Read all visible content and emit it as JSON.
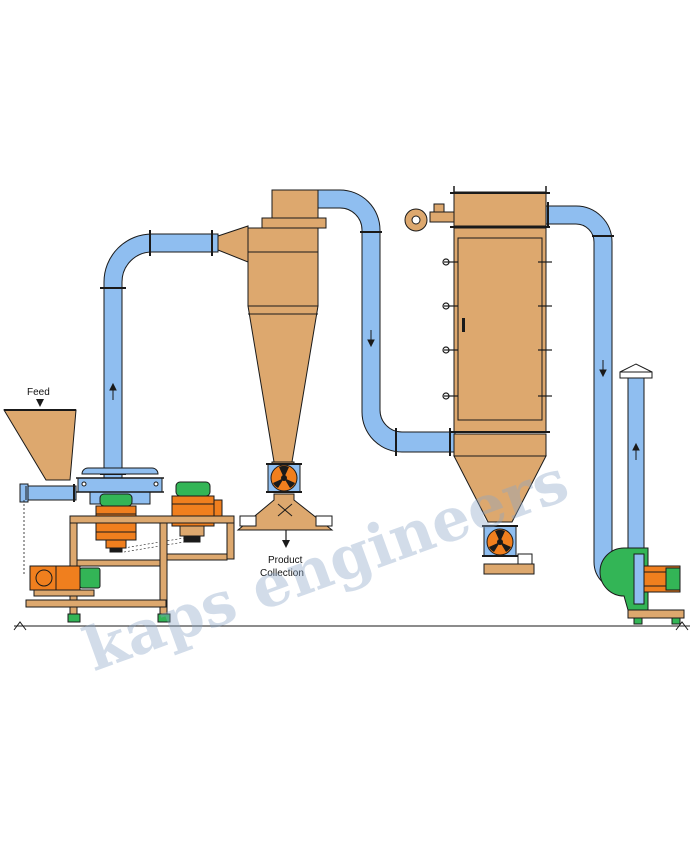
{
  "labels": {
    "feed": "Feed",
    "product_line1": "Product",
    "product_line2": "Collection"
  },
  "watermark": "kaps engineers",
  "colors": {
    "equipment": "#DDA86E",
    "pipe": "#8FBEF0",
    "motor_body": "#F07F1E",
    "motor_cap": "#33B556",
    "outline": "#1a1a1a",
    "watermark": "#8AA6C8"
  }
}
